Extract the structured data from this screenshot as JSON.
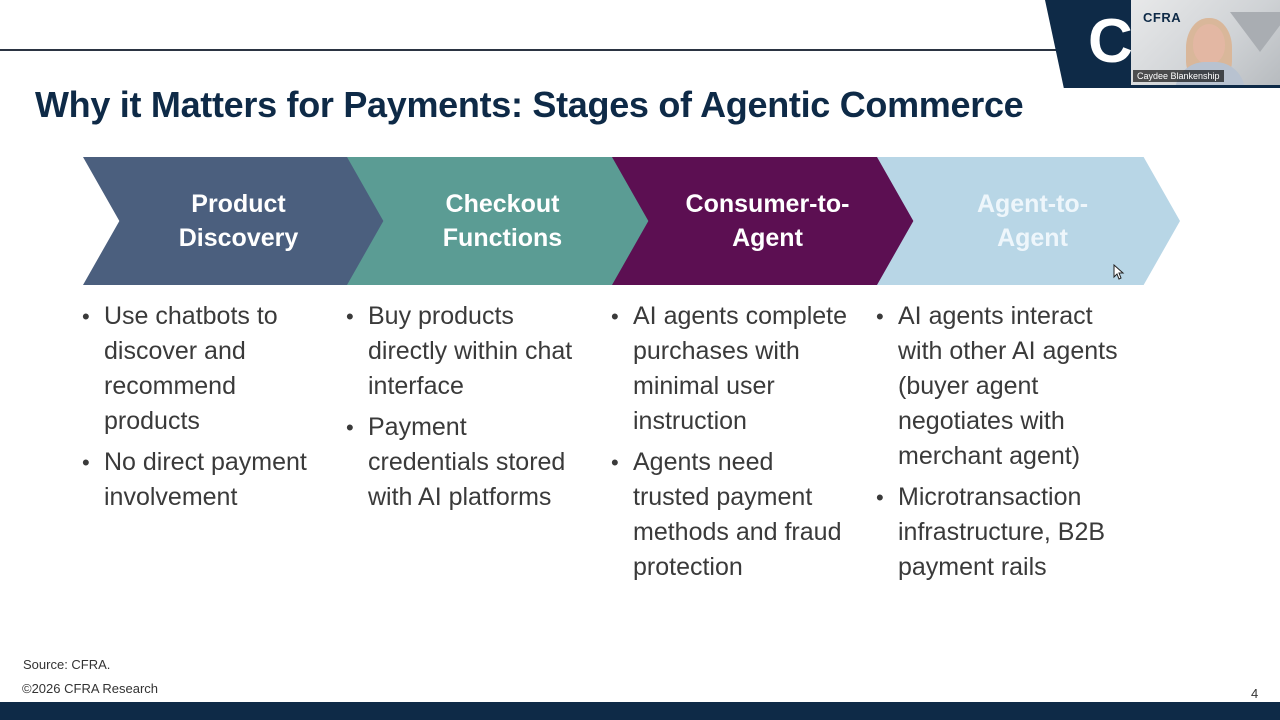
{
  "slide": {
    "title": "Why it Matters for Payments: Stages of Agentic Commerce",
    "source": "Source: CFRA.",
    "copyright": "©2026 CFRA Research",
    "page_number": "4"
  },
  "brand": {
    "logo_glyph": "C",
    "tile_logo": "CFRA",
    "presenter_name": "Caydee Blankenship",
    "brand_color": "#0e2a47"
  },
  "stages": [
    {
      "label": "Product Discovery",
      "color": "#4b5f7e",
      "bullets": [
        "Use chatbots to discover and recommend products",
        "No direct payment involvement"
      ]
    },
    {
      "label": "Checkout Functions",
      "color": "#5b9c94",
      "bullets": [
        "Buy products directly within chat interface",
        "Payment credentials stored with AI platforms"
      ]
    },
    {
      "label": "Consumer-to-Agent",
      "color": "#5c0f52",
      "bullets": [
        "AI agents complete purchases with minimal user instruction",
        "Agents need trusted payment methods and fraud protection"
      ]
    },
    {
      "label": "Agent-to-Agent",
      "color": "#b8d6e6",
      "bullets": [
        "AI agents interact with other AI agents (buyer agent negotiates with merchant agent)",
        "Microtransaction infrastructure, B2B payment rails"
      ]
    }
  ]
}
